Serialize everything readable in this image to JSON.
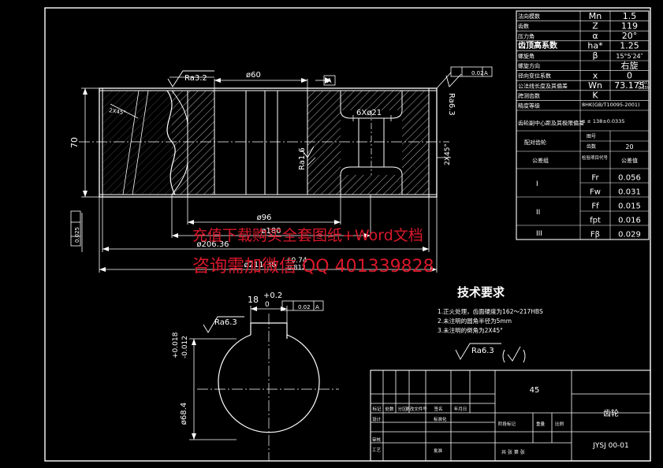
{
  "params_table": {
    "rows": [
      {
        "label": "法向模数",
        "symbol": "Mn",
        "value": "1.5"
      },
      {
        "label": "齿数",
        "symbol": "Z",
        "value": "119"
      },
      {
        "label": "压力角",
        "symbol": "α",
        "value": "20°"
      },
      {
        "label": "齿顶高系数",
        "symbol": "ha*",
        "value": "1.25"
      },
      {
        "label": "螺旋角",
        "symbol": "β",
        "value": "15°5′24″"
      },
      {
        "label": "螺旋方向",
        "symbol": "",
        "value": "右旋"
      },
      {
        "label": "径向变位系数",
        "symbol": "x",
        "value": "0"
      },
      {
        "label": "公法线长度及其偏差",
        "symbol": "Wn",
        "value": "73.175",
        "tol_upper": "-0.073",
        "tol_lower": "-0.159"
      },
      {
        "label": "跨测齿数",
        "symbol": "K",
        "value": ""
      },
      {
        "label": "精度等级",
        "symbol": "",
        "value": "8HK(GB/T10095-2001)"
      },
      {
        "label": "齿轮副中心距及其极限偏差",
        "symbol": "α ±",
        "value": "138±0.0335"
      }
    ],
    "mating_label": "配对齿轮",
    "mating_sub": [
      {
        "label": "图号",
        "value": ""
      },
      {
        "label": "齿数",
        "value": "20"
      }
    ],
    "tol_header": {
      "group": "公差组",
      "item": "检验项目代号",
      "value": "公差值"
    },
    "tol_groups": [
      {
        "name": "I",
        "items": [
          {
            "code": "Fr",
            "value": "0.056"
          },
          {
            "code": "Fw",
            "value": "0.031"
          }
        ]
      },
      {
        "name": "II",
        "items": [
          {
            "code": "Ff",
            "value": "0.015"
          },
          {
            "code": "fpt",
            "value": "0.016"
          }
        ]
      },
      {
        "name": "III",
        "items": [
          {
            "code": "Fβ",
            "value": "0.029"
          }
        ]
      }
    ]
  },
  "dims": {
    "roughness_top": "Ra3.2",
    "bore_top": "ø60",
    "datum_a": "A",
    "runout_right": "0.02",
    "roughness_right": "Ra6.3",
    "holes": "6Xø21",
    "roughness_web": "Ra1.6",
    "chamfer_right": "2X45°",
    "chamfer_left": "2X45°",
    "height_70": "70",
    "runout_left": "0.025",
    "dia_96": "ø96",
    "dia_180": "ø180",
    "dia_206": "ø206.36",
    "dia_211": "ø211.36",
    "dia_211_tol_upper": "+0.74",
    "dia_211_tol_lower": "-0.812",
    "key_width": "18",
    "key_tol_upper": "+0.2",
    "key_tol_lower": "0",
    "runout_key": "0.02",
    "roughness_key": "Ra6.3",
    "bore_dia": "ø68.4",
    "bore_tol_upper": "+0.018",
    "bore_tol_lower": "-0.012",
    "roughness_general": "Ra6.3"
  },
  "requirements": {
    "title": "技术要求",
    "items": [
      "1.正火处理，齿面硬度为162～217HBS",
      "2.未注明的圆角半径为5mm",
      "3.未注明的倒角为2X45°"
    ]
  },
  "title_block": {
    "material": "45",
    "part_name": "齿轮",
    "drawing_no": "JYSJ 00-01",
    "row_labels": [
      "标记",
      "处数",
      "分区",
      "更改文件号",
      "签名",
      "年月日"
    ],
    "side_labels": [
      "设计",
      "",
      "审核",
      "工艺"
    ],
    "mid_labels": [
      "标准化",
      "",
      "批准"
    ],
    "stage_labels": [
      "阶段标记",
      "重量",
      "比例"
    ],
    "sheet_label": "共 张 第 张"
  },
  "watermark": {
    "line1": "充值下载购买全套图纸+Word文档",
    "line2": "咨询需加微信  QQ 401339828"
  }
}
